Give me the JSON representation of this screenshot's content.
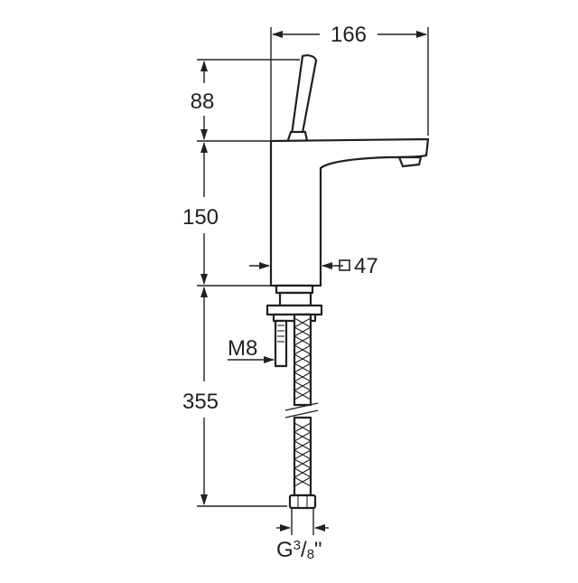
{
  "dimensions": {
    "width_total": "166",
    "lever_height": "88",
    "body_height": "150",
    "square_size": "47",
    "hose_length": "355",
    "stud_thread": "M8",
    "connection_prefix": "G",
    "connection_num": "3",
    "connection_sep": "/",
    "connection_den": "8",
    "connection_suffix": "\""
  },
  "icons": {
    "square_symbol": "square-outline-icon"
  },
  "colors": {
    "line": "#231f20",
    "background": "#ffffff"
  }
}
